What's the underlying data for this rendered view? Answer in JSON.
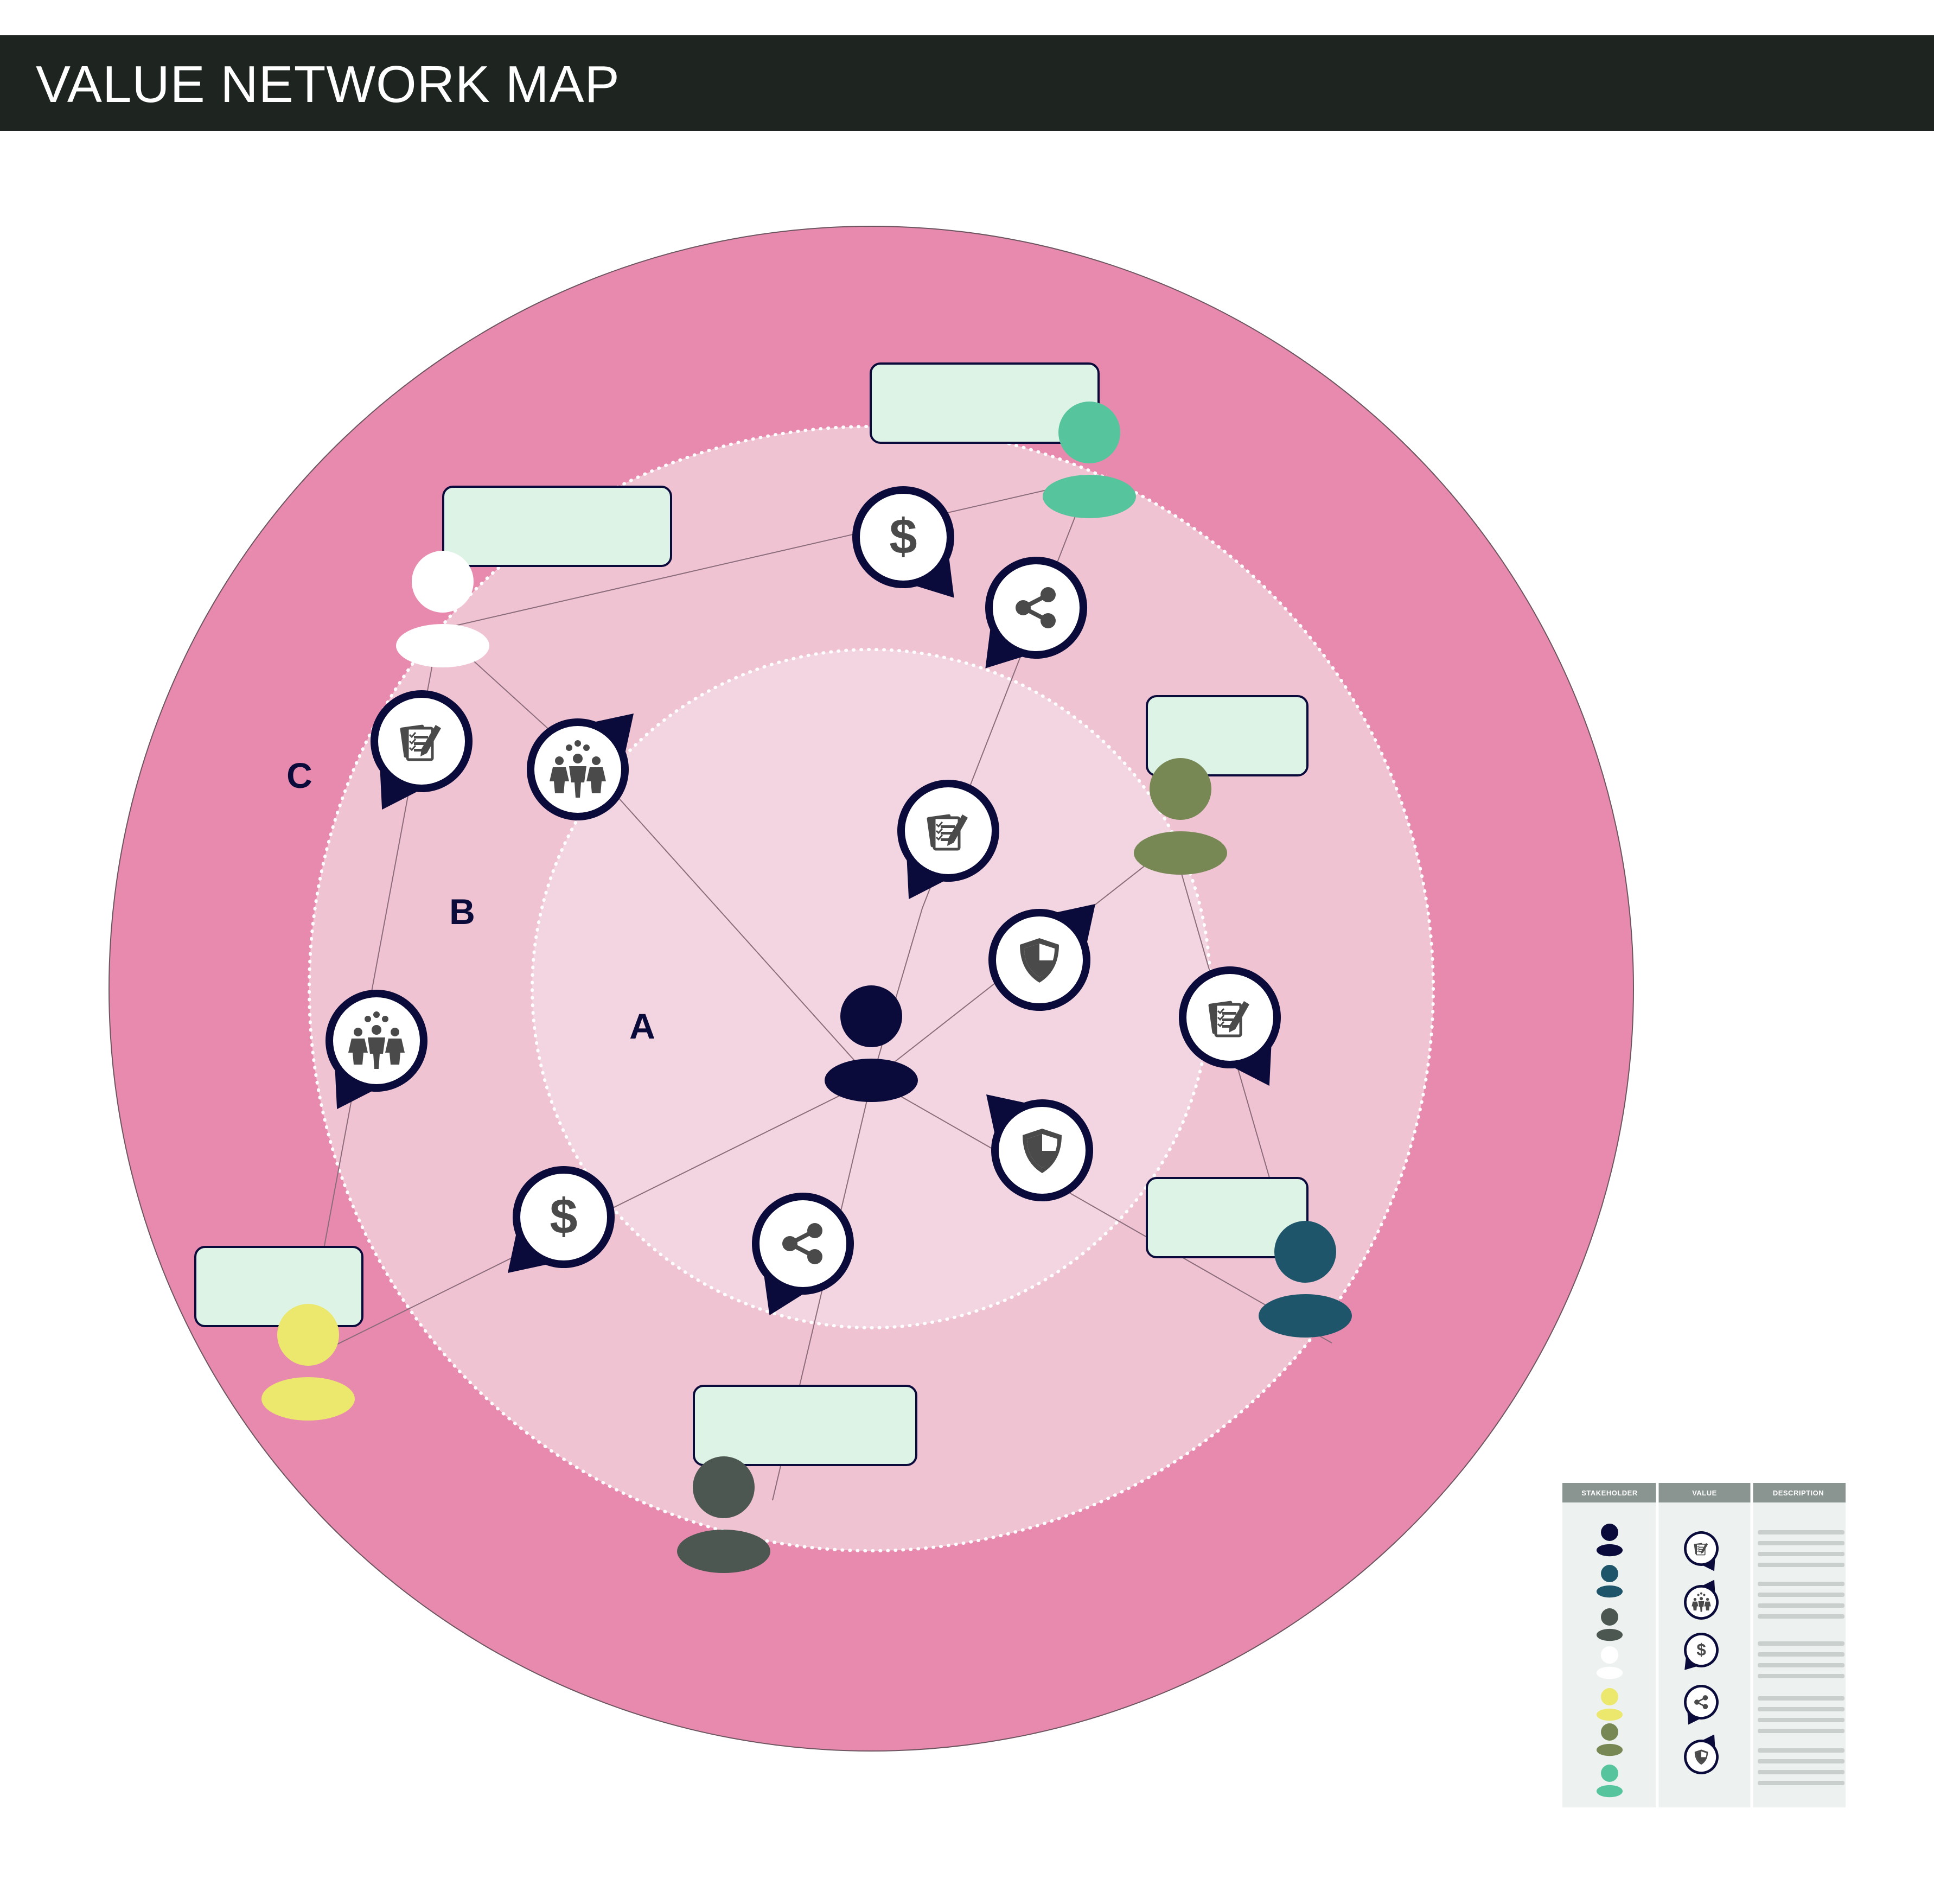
{
  "header": {
    "title": "VALUE NETWORK MAP"
  },
  "zones": {
    "inner": "A",
    "middle": "B",
    "outer": "C"
  },
  "colors": {
    "outer_ring": "#e78aae",
    "middle_ring": "#f0c3d3",
    "inner_ring": "#f2d5e0",
    "dark_navy": "#0b0b3b",
    "label_box": "#ddf3e6",
    "icon_gray": "#4a4a4a",
    "stakeholders": {
      "navy": "#0b0b3b",
      "teal_blue": "#1e556a",
      "dark_gray": "#4b5750",
      "white": "#ffffff",
      "yellow": "#ece86e",
      "olive": "#778855",
      "mint": "#56c49d"
    }
  },
  "stakeholders": [
    {
      "name": "center",
      "color": "navy"
    },
    {
      "name": "top-right",
      "color": "mint"
    },
    {
      "name": "top-left",
      "color": "white"
    },
    {
      "name": "right",
      "color": "olive"
    },
    {
      "name": "lower-right",
      "color": "teal_blue"
    },
    {
      "name": "lower-left",
      "color": "yellow"
    },
    {
      "name": "bottom",
      "color": "dark_gray"
    }
  ],
  "value_icons": [
    "document-icon",
    "people-icon",
    "dollar-icon",
    "share-icon",
    "shield-icon"
  ],
  "legend": {
    "headers": [
      "STAKEHOLDER",
      "VALUE",
      "DESCRIPTION"
    ],
    "stakeholder_colors": [
      "navy",
      "teal_blue",
      "dark_gray",
      "white",
      "yellow",
      "olive",
      "mint"
    ],
    "values": [
      "document-icon",
      "people-icon",
      "dollar-icon",
      "share-icon",
      "shield-icon"
    ]
  }
}
